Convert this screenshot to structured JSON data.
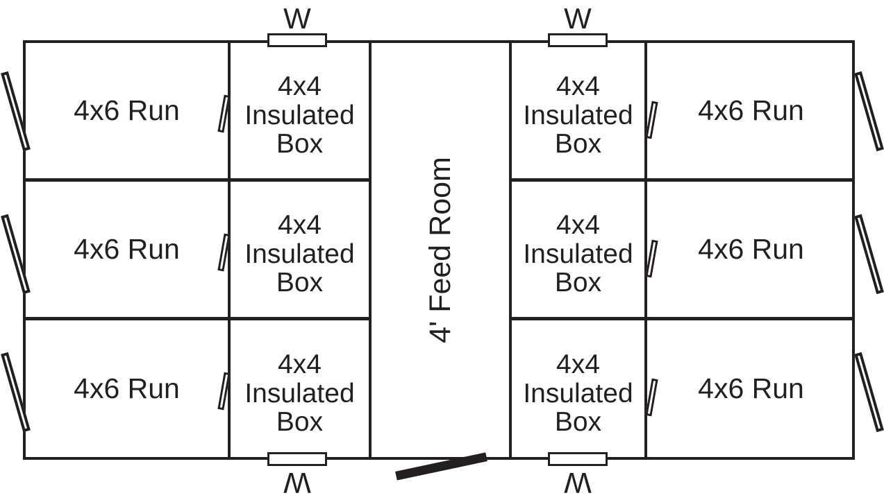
{
  "palette": {
    "ink": "#231f20",
    "background": "#ffffff"
  },
  "feed_room": {
    "label": "4' Feed Room"
  },
  "rows": [
    {
      "left_run": "4x6 Run",
      "left_box": [
        "4x4",
        "Insulated",
        "Box"
      ],
      "right_box": [
        "4x4",
        "Insulated",
        "Box"
      ],
      "right_run": "4x6 Run"
    },
    {
      "left_run": "4x6 Run",
      "left_box": [
        "4x4",
        "Insulated",
        "Box"
      ],
      "right_box": [
        "4x4",
        "Insulated",
        "Box"
      ],
      "right_run": "4x6 Run"
    },
    {
      "left_run": "4x6 Run",
      "left_box": [
        "4x4",
        "Insulated",
        "Box"
      ],
      "right_box": [
        "4x4",
        "Insulated",
        "Box"
      ],
      "right_run": "4x6 Run"
    }
  ],
  "windows": [
    {
      "position": "top-left",
      "label": "W"
    },
    {
      "position": "top-right",
      "label": "W"
    },
    {
      "position": "bottom-left",
      "label": "W"
    },
    {
      "position": "bottom-right",
      "label": "W"
    }
  ]
}
